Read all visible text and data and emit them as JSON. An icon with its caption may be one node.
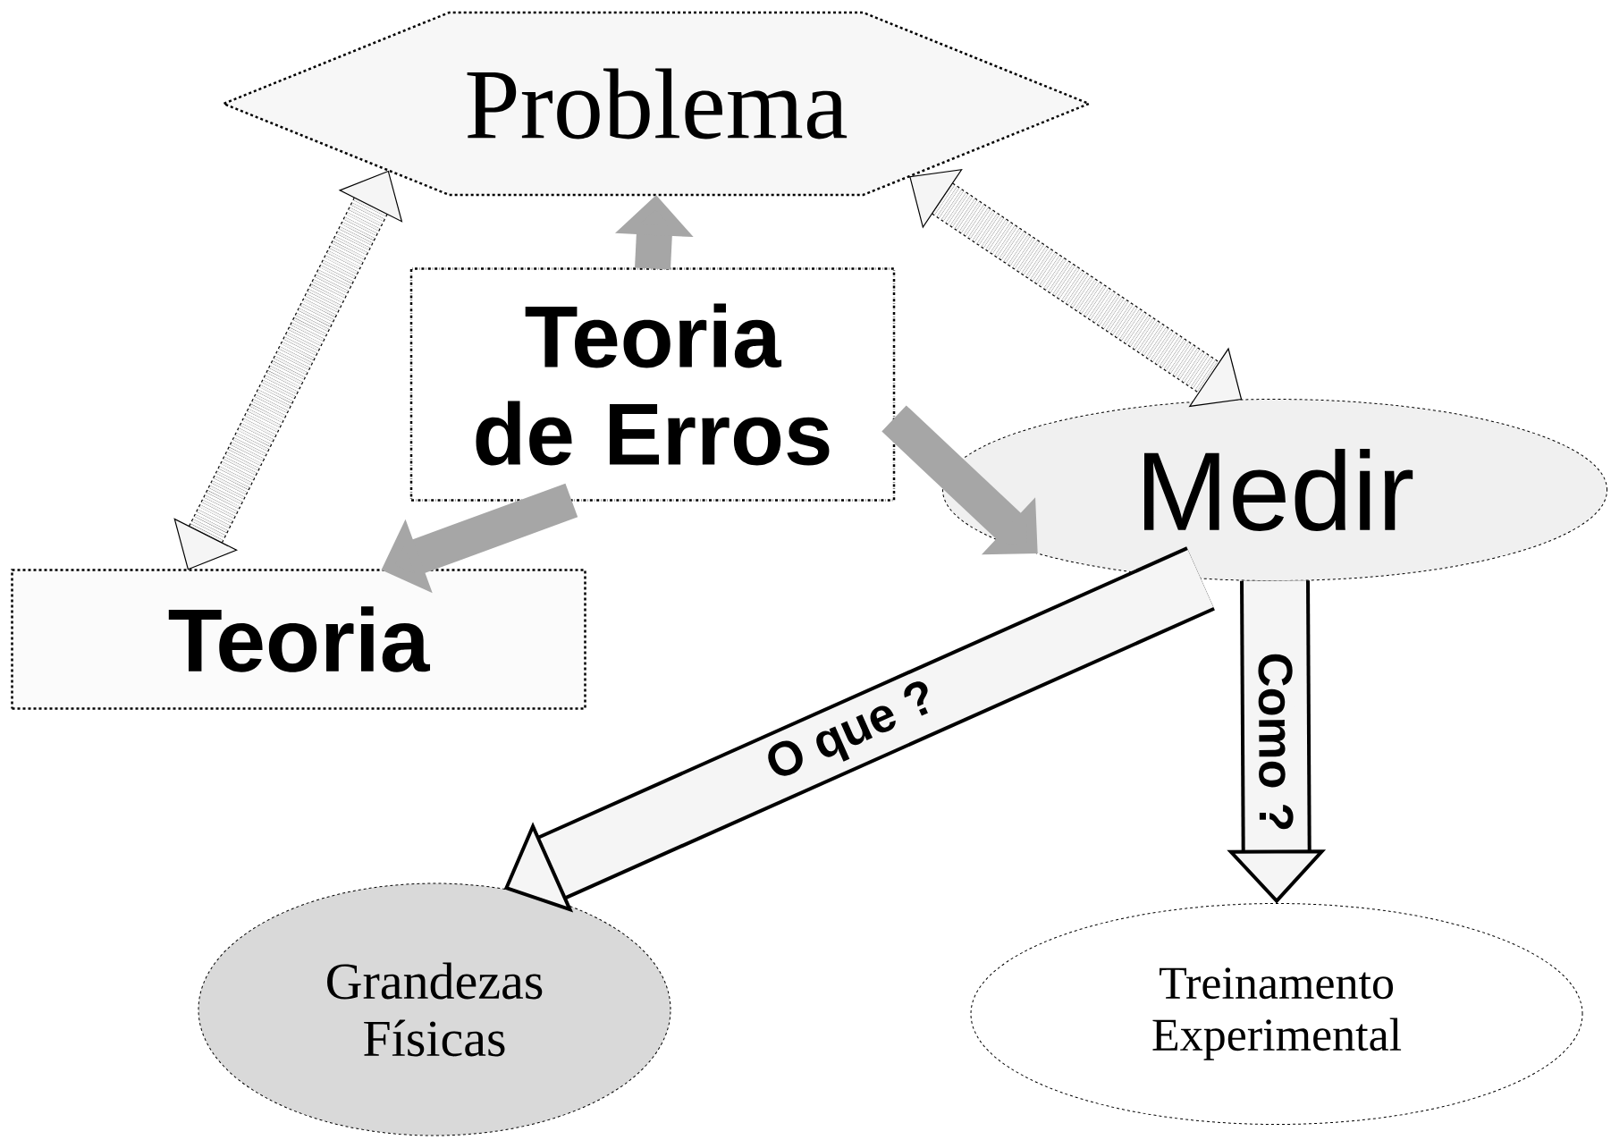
{
  "diagram": {
    "nodes": [
      {
        "text": [
          "Problema"
        ]
      },
      {
        "text": [
          "Teoria de Erros"
        ]
      },
      {
        "text": [
          "Teoria"
        ]
      },
      {
        "text": [
          "Medir"
        ]
      },
      {
        "text": [
          "Grandezas Físicas"
        ]
      },
      {
        "text": [
          "Treinamento Experimental"
        ]
      }
    ],
    "edges": [
      {
        "from": 2,
        "to": 0,
        "arrow": "both",
        "style": "dashed"
      },
      {
        "from": 0,
        "to": 3,
        "arrow": "both",
        "style": "dashed"
      },
      {
        "from": 1,
        "to": 0,
        "arrow": "to",
        "color": "#a6a6a6"
      },
      {
        "from": 1,
        "to": 2,
        "arrow": "to",
        "color": "#a6a6a6"
      },
      {
        "from": 1,
        "to": 3,
        "arrow": "to",
        "color": "#a6a6a6"
      },
      {
        "from": 3,
        "to": 4,
        "arrow": "to",
        "label": "O que ?",
        "style": "thick"
      },
      {
        "from": 3,
        "to": 5,
        "arrow": "to",
        "label": "Como ?",
        "style": "thick"
      }
    ]
  }
}
